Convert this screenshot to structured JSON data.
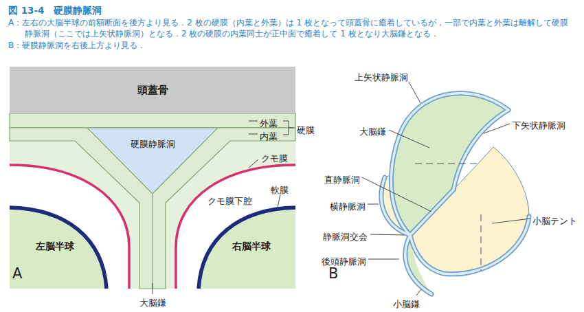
{
  "diagram": {
    "title": "図 13-4　硬膜静脈洞",
    "caption": "A：左右の大脳半球の前額断面を後方より見る．2 枚の硬膜（内葉と外葉）は 1 枚となって頭蓋骨に癒着しているが，一部で内葉と外葉は離解して硬膜静脈洞（ここでは上矢状静脈洞）となる．2 枚の硬膜の内葉同士が正中面で癒着して 1 枚となり大脳鎌となる．",
    "nodes": [
      {
        "text": [
          "頭蓋骨"
        ]
      },
      {
        "text": [
          "硬膜静脈洞"
        ]
      },
      {
        "text": [
          "左脳半球"
        ]
      },
      {
        "text": [
          "右脳半球"
        ]
      }
    ],
    "labels": [
      "B：硬膜静脈洞を右後上方より見る．",
      "外葉",
      "内葉",
      "硬膜",
      "クモ膜",
      "クモ膜下腔",
      "軟膜",
      "大脳鎌",
      "A",
      "上矢状静脈洞",
      "大脳鎌",
      "下矢状静脈洞",
      "直静脈洞",
      "横静脈洞",
      "静脈洞交会",
      "後頭静脈洞",
      "小脳鎌",
      "小脳テント",
      "B"
    ]
  }
}
